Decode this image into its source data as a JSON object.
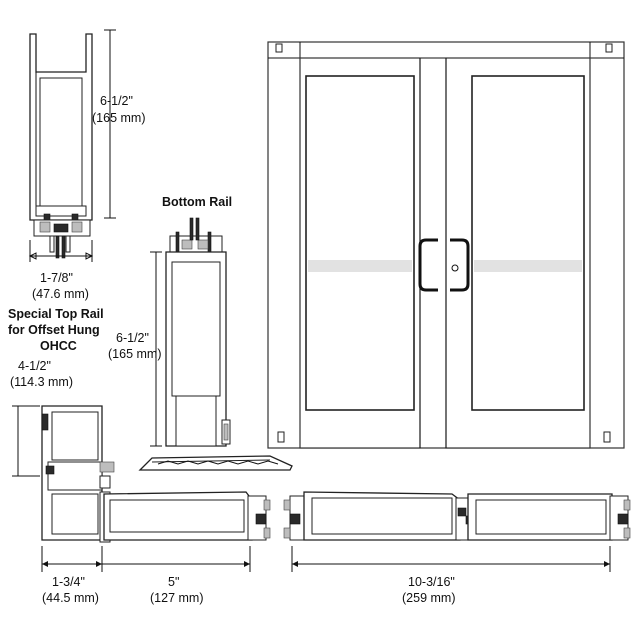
{
  "labels": {
    "top_rail_height_in": "6-1/2\"",
    "top_rail_height_mm": "(165 mm)",
    "top_rail_width_in": "1-7/8\"",
    "top_rail_width_mm": "(47.6 mm)",
    "special_top_rail_line1": "Special Top Rail",
    "special_top_rail_line2": "for Offset Hung",
    "special_top_rail_line3": "OHCC",
    "bottom_rail_title": "Bottom Rail",
    "bottom_rail_height_in": "6-1/2\"",
    "bottom_rail_height_mm": "(165 mm)",
    "stile_height_in": "4-1/2\"",
    "stile_height_mm": "(114.3 mm)",
    "stile_depth_in": "1-3/4\"",
    "stile_depth_mm": "(44.5 mm)",
    "stile_width_in": "5\"",
    "stile_width_mm": "(127 mm)",
    "meeting_width_in": "10-3/16\"",
    "meeting_width_mm": "(259 mm)"
  },
  "colors": {
    "line": "#222222",
    "gasket": "#2a2a2a",
    "grey_part": "#bdbdbd",
    "glass_band": "#e2e2e2"
  }
}
